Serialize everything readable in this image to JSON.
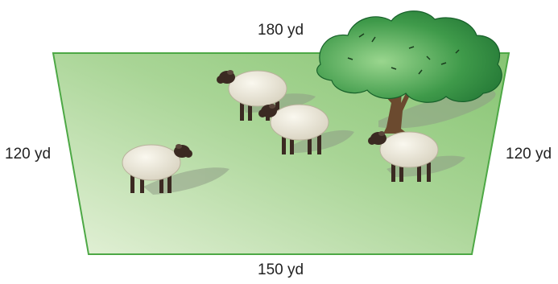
{
  "labels": {
    "top": "180 yd",
    "bottom": "150 yd",
    "left": "120 yd",
    "right": "120 yd"
  },
  "colors": {
    "field_light": "#e4f1d8",
    "field_dark": "#8dc779",
    "field_border": "#4da845",
    "tree_dark": "#1f7a36",
    "tree_light": "#7cc57a",
    "trunk": "#6b4a2f",
    "sheep_wool": "#ece8d9",
    "sheep_face": "#3b2a22",
    "shadow": "#8f9d86"
  },
  "icons": [
    "tree-icon",
    "sheep-icon"
  ]
}
